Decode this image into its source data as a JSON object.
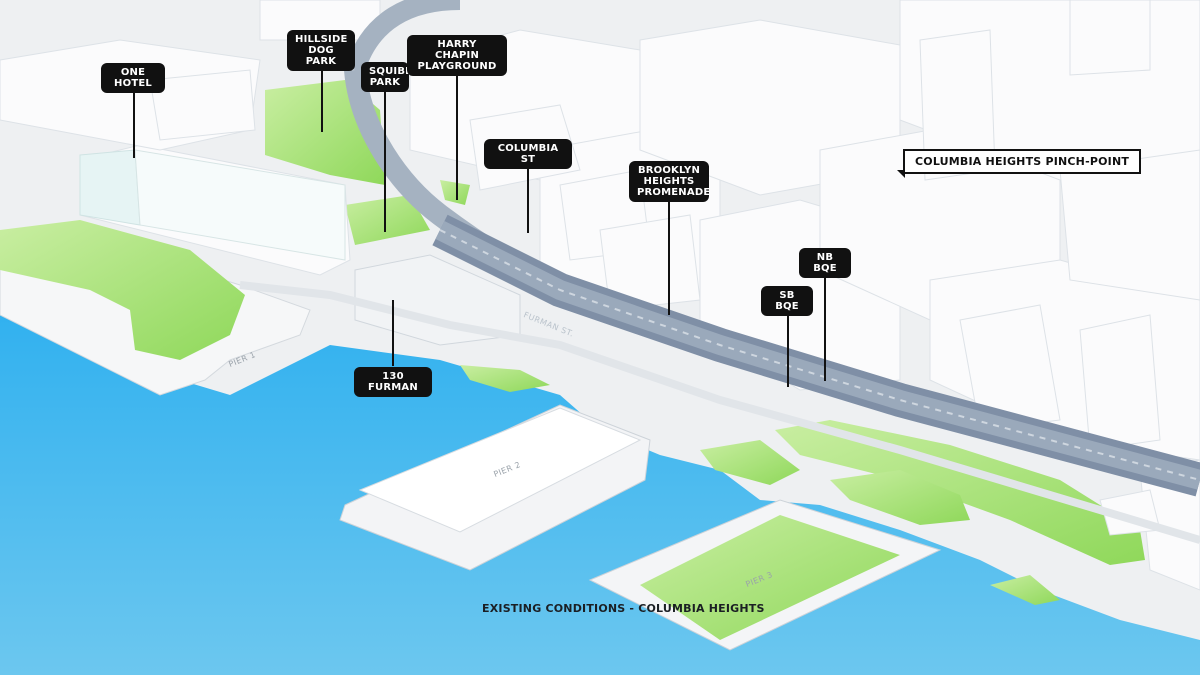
{
  "labels": {
    "one_hotel": "ONE\nHOTEL",
    "hillside_dog_park": "HILLSIDE\nDOG PARK",
    "squibb_park": "SQUIBB\nPARK",
    "harry_chapin": "HARRY CHAPIN\nPLAYGROUND",
    "columbia_st": "COLUMBIA ST",
    "brooklyn_promenade": "BROOKLYN\nHEIGHTS\nPROMENADE",
    "pinch_point": "COLUMBIA HEIGHTS PINCH-POINT",
    "nb_bqe": "NB BQE",
    "sb_bqe": "SB BQE",
    "furman_130": "130 FURMAN"
  },
  "map_text": {
    "pier1": "PIER 1",
    "pier2": "PIER 2",
    "pier3": "PIER 3",
    "furman_st": "FURMAN ST."
  },
  "caption": "EXISTING CONDITIONS - COLUMBIA HEIGHTS",
  "colors": {
    "water": "#3fb4ec",
    "land": "#f1f3f5",
    "park": "#a9e37a",
    "highway": "#7f8fa6",
    "label_bg": "#111111"
  }
}
